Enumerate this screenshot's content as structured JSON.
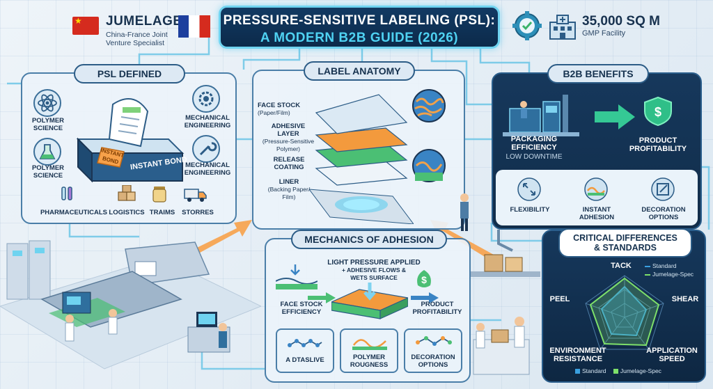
{
  "header": {
    "brand_name": "JUMELAGE",
    "brand_sub_line1": "China-France Joint",
    "brand_sub_line2": "Venture Specialist",
    "title_line1": "PRESSURE-SENSITIVE LABELING (PSL):",
    "title_line2": "A MODERN B2B GUIDE (2026)",
    "facility_area": "35,000 SQ M",
    "facility_sub": "GMP Facility"
  },
  "psl_defined": {
    "title": "PSL DEFINED",
    "roll_tag": "INSTANT BOND",
    "bond_banner": "INSTANT BOND",
    "left_labels": [
      {
        "line1": "POLYMER",
        "line2": "SCIENCE"
      },
      {
        "line1": "POLYMER",
        "line2": "SCIENCE"
      }
    ],
    "right_labels": [
      {
        "line1": "MECHANICAL",
        "line2": "ENGINEERING"
      },
      {
        "line1": "MECHANICAL",
        "line2": "ENGINEERING"
      }
    ],
    "industries": [
      "PHARMACEUTICALS",
      "LOGISTICS",
      "TRAIMS",
      "STORRES"
    ]
  },
  "label_anatomy": {
    "title": "LABEL ANATOMY",
    "layers": [
      {
        "line1": "FACE STOCK",
        "line2": "(Paper/Film)",
        "color": "#dbe9f4"
      },
      {
        "line1": "ADHESIVE",
        "line2": "LAYER",
        "line3": "(Pressure-Sensitive",
        "line4": "Polymer)",
        "color": "#f39a3d"
      },
      {
        "line1": "RELEASE",
        "line2": "COATING",
        "color": "#4bbf74"
      },
      {
        "line1": "LINER",
        "line2": "(Backing Paper/",
        "line3": "Film)",
        "color": "#eef4f9"
      }
    ]
  },
  "b2b_benefits": {
    "title": "B2B BENEFITS",
    "packaging_line1": "PACKAGING",
    "packaging_line2": "EFFICIENCY",
    "packaging_sub": "LOW DOWNTIME",
    "profit_line1": "PRODUCT",
    "profit_line2": "PROFITABILITY",
    "items": [
      {
        "line1": "FLEXIBILITY",
        "line2": ""
      },
      {
        "line1": "INSTANT",
        "line2": "ADHESION"
      },
      {
        "line1": "DECORATION",
        "line2": "OPTIONS"
      }
    ]
  },
  "mechanics": {
    "title": "MECHANICS OF ADHESION",
    "pressure_line1": "LIGHT PRESSURE APPLIED",
    "pressure_line2": "+ ADHESIVE FLOWS &",
    "pressure_line3": "WETS SURFACE",
    "left_line1": "FACE STOCK",
    "left_line2": "EFFICIENCY",
    "right_line1": "PRODUCT",
    "right_line2": "PROFITABILITY",
    "bottom": [
      {
        "line1": "A DTASLIVE",
        "line2": ""
      },
      {
        "line1": "POLYMER",
        "line2": "ROUGNESS"
      },
      {
        "line1": "DECORATION",
        "line2": "OPTIONS"
      }
    ]
  },
  "critical": {
    "title_line1": "CRITICAL DIFFERENCES",
    "title_line2": "& STANDARDS",
    "axes": [
      "TACK",
      "SHEAR",
      "APPLICATION SPEED",
      "ENVIRONMENT RESISTANCE",
      "PEEL"
    ],
    "axes_display": {
      "tack": "TACK",
      "shear": "SHEAR",
      "app_line1": "APPLICATION",
      "app_line2": "SPEED",
      "env_line1": "ENVIRONMENT",
      "env_line2": "RESISTANCE",
      "peel": "PEEL"
    },
    "legend_top": [
      "Standard",
      "Jumelage-Spec"
    ],
    "legend_bottom": [
      "Standard",
      "Jumelage-Spec"
    ],
    "series_colors": {
      "standard": "#3aa0e0",
      "jumelage": "#7ee06a"
    }
  },
  "colors": {
    "accent": "#4fd2f2",
    "navy": "#123a63",
    "orange_arrow": "#f7a14a",
    "green": "#4bbf74"
  }
}
